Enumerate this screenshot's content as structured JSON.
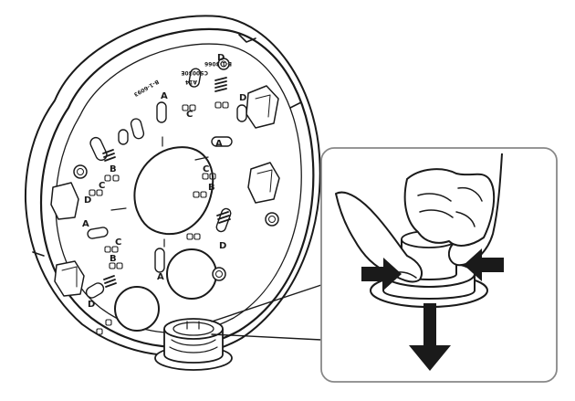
{
  "plate": {
    "printed_codes": [
      "E-1-3066",
      "CS0030E",
      "A14",
      "B-1-6093"
    ],
    "hole_letters": [
      "A",
      "A",
      "A",
      "A",
      "B",
      "B",
      "B",
      "C",
      "C",
      "C",
      "C",
      "D",
      "D",
      "D",
      "D",
      "D"
    ]
  },
  "colors": {
    "line": "#1a1a1a",
    "background": "#ffffff",
    "callout_frame": "#888888"
  },
  "icons": {
    "push_arrows": "arrow-right / arrow-left",
    "pull_arrow": "arrow-down"
  }
}
